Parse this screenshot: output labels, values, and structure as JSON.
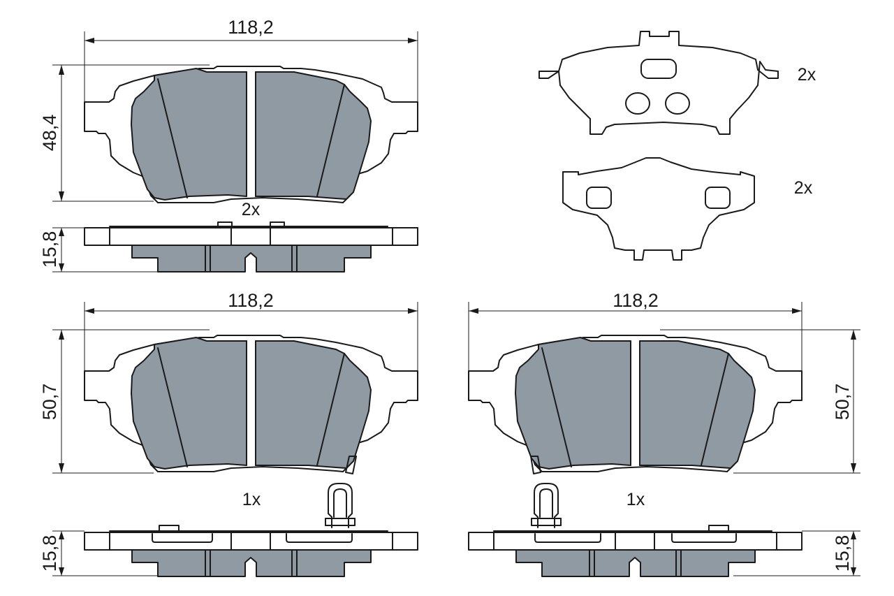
{
  "dimensions": {
    "top_pad_width": "118,2",
    "top_pad_height": "48,4",
    "top_pad_thickness": "15,8",
    "left_pad_width": "118,2",
    "left_pad_height": "50,7",
    "left_pad_thickness": "15,8",
    "right_pad_width": "118,2",
    "right_pad_height": "50,7",
    "right_pad_thickness": "15,8"
  },
  "quantities": {
    "top_pad": "2x",
    "shim_upper": "2x",
    "shim_lower": "2x",
    "left_pad": "1x",
    "right_pad": "1x"
  },
  "colors": {
    "friction_material": "#8f9aa3",
    "outline": "#1a1a1a",
    "background": "#ffffff"
  }
}
